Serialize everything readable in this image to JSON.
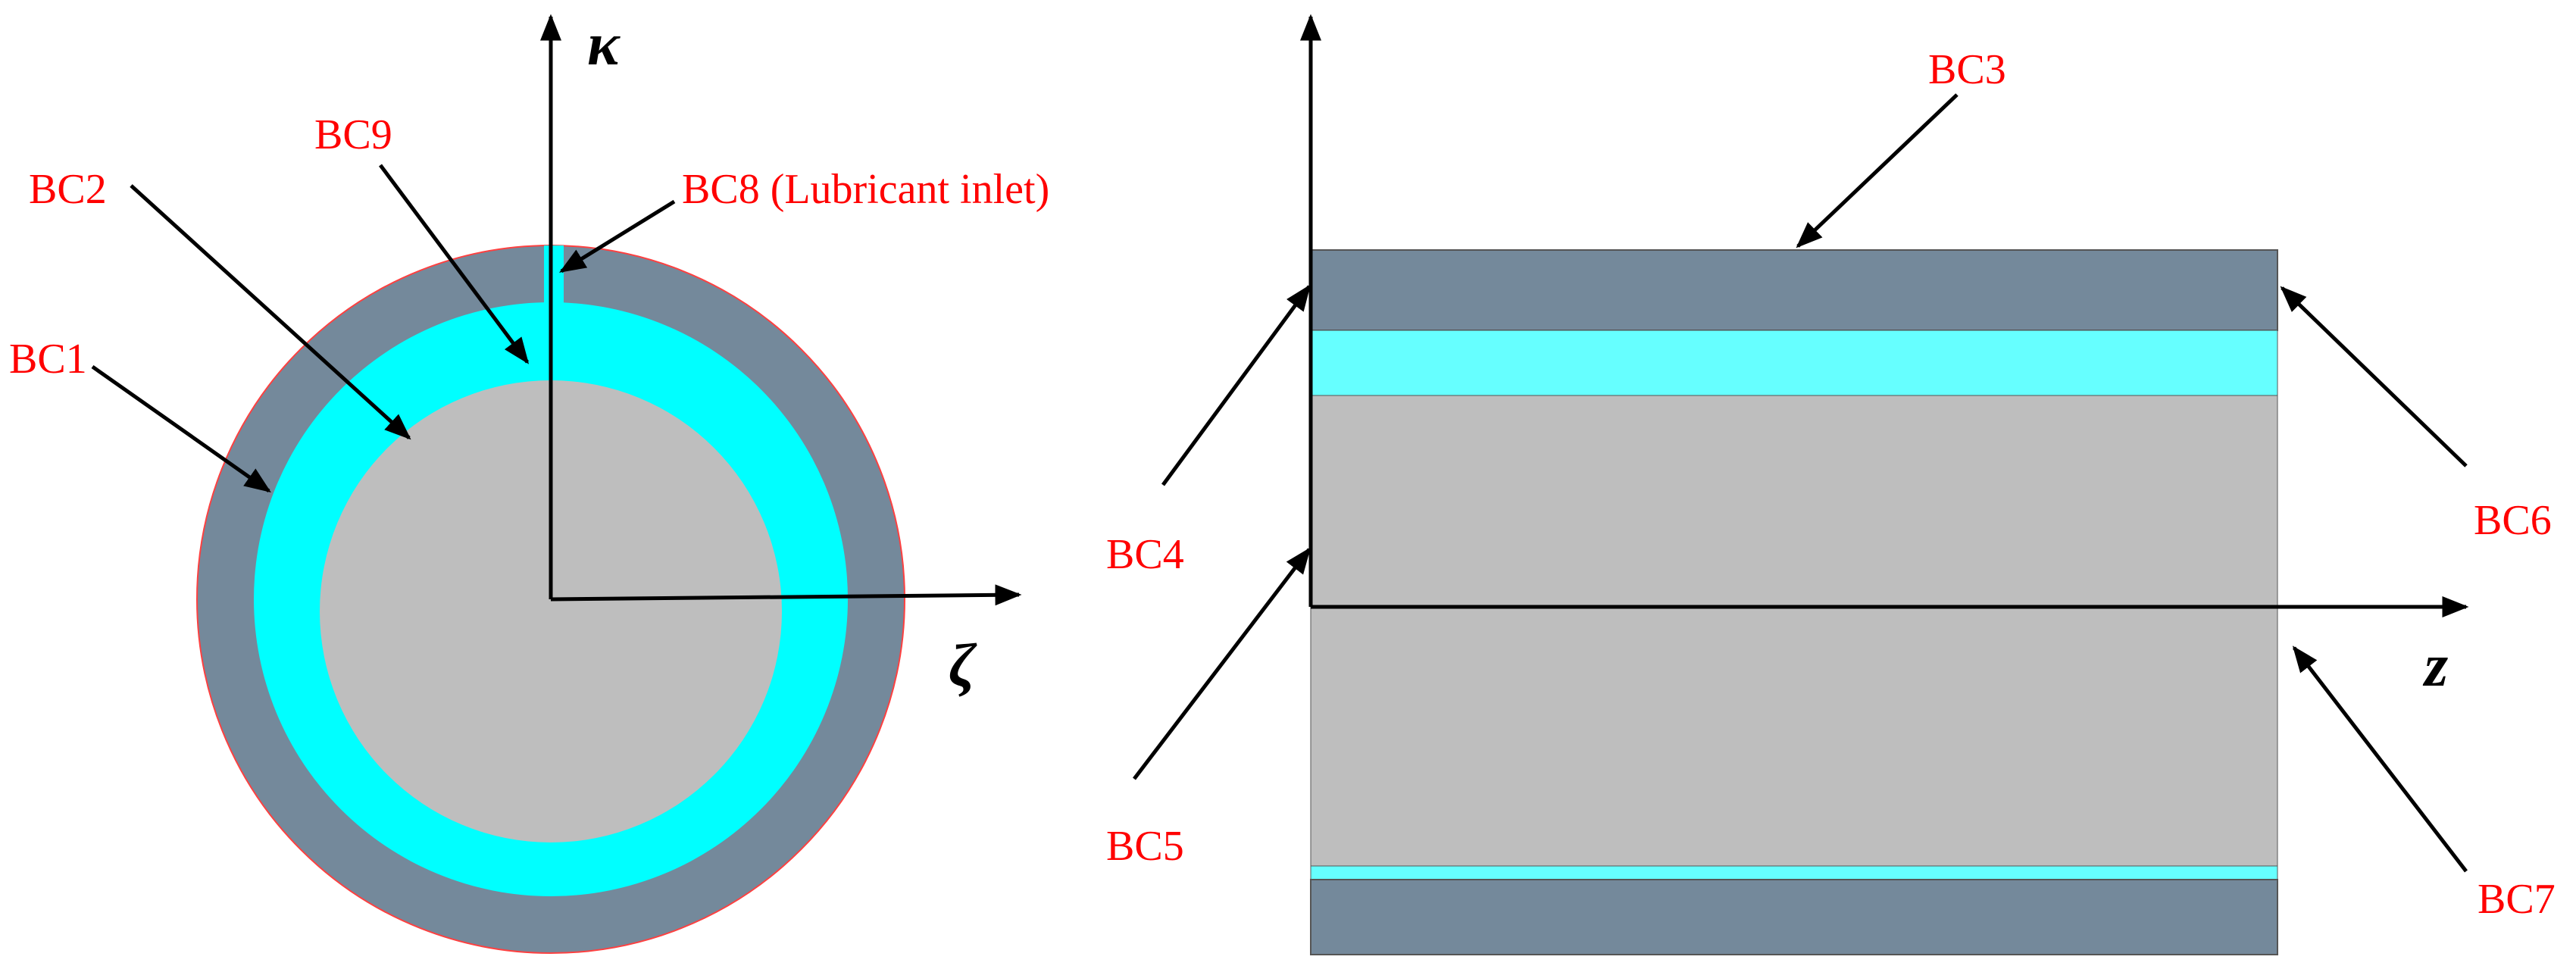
{
  "colors": {
    "housing": "#74899b",
    "lubricant": "#00ffff",
    "lubricant_light": "#66ffff",
    "shaft": "#bebebe",
    "outline": "#ff4040",
    "labels": "#ff0000",
    "lines": "#000000"
  },
  "cross_section": {
    "axis_vertical": "κ",
    "axis_horizontal": "ζ",
    "labels": {
      "bc1": "BC1",
      "bc2": "BC2",
      "bc8": "BC8 (Lubricant inlet)",
      "bc9": "BC9"
    }
  },
  "longitudinal_section": {
    "axis_horizontal": "z",
    "labels": {
      "bc3": "BC3",
      "bc4": "BC4",
      "bc5": "BC5",
      "bc6": "BC6",
      "bc7": "BC7"
    }
  }
}
